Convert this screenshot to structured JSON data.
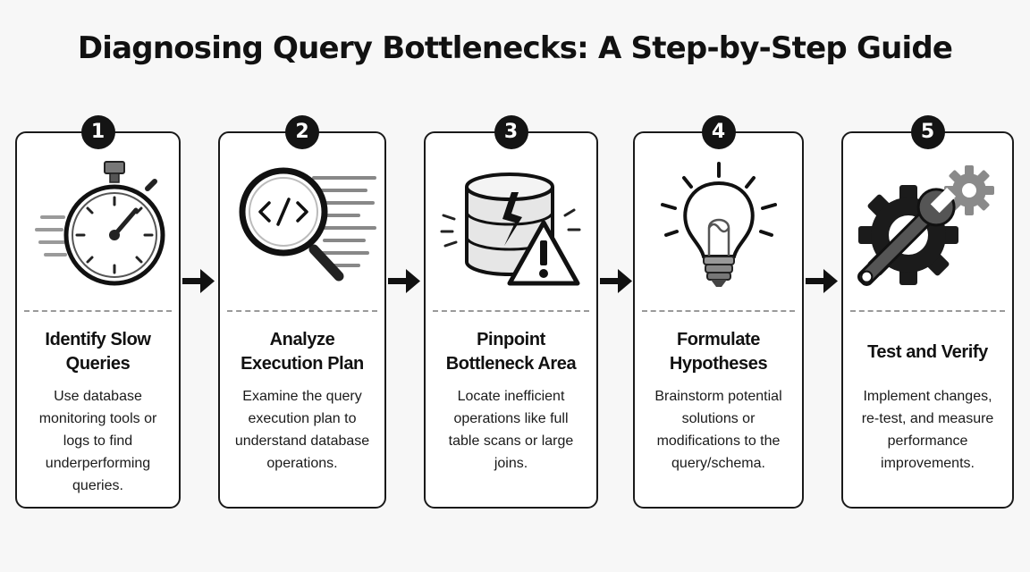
{
  "title": "Diagnosing Query Bottlenecks: A Step-by-Step Guide",
  "steps": [
    {
      "number": "1",
      "icon": "stopwatch-icon",
      "heading": "Identify Slow Queries",
      "description": "Use database monitoring tools or logs to find underperforming queries."
    },
    {
      "number": "2",
      "icon": "magnifying-glass-code-icon",
      "heading": "Analyze Execution Plan",
      "description": "Examine the query execution plan to understand database operations."
    },
    {
      "number": "3",
      "icon": "cracked-database-warning-icon",
      "heading": "Pinpoint Bottleneck Area",
      "description": "Locate inefficient operations like full table scans or large joins."
    },
    {
      "number": "4",
      "icon": "lightbulb-icon",
      "heading": "Formulate Hypotheses",
      "description": "Brainstorm potential solutions or modifications to the query/schema."
    },
    {
      "number": "5",
      "icon": "gear-wrench-icon",
      "heading": "Test and Verify",
      "description": "Implement changes, re-test, and measure performance improvements."
    }
  ],
  "colors": {
    "ink": "#111111",
    "card": "#ffffff",
    "background": "#f7f7f7",
    "divider": "#9a9a9a"
  }
}
